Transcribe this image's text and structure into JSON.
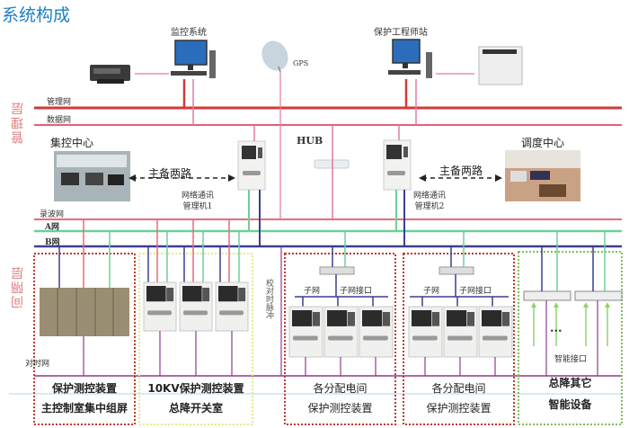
{
  "title": "系统构成",
  "layers": {
    "management": "管理层",
    "bay": "间隔层"
  },
  "top": {
    "monitoring_system": "监控系统",
    "protection_engineer_station": "保护工程师站",
    "gps": "GPS",
    "hub": "HUB"
  },
  "networks": {
    "management_net": "管理网",
    "data_net": "数据网",
    "wave_recording_net": "录波网",
    "a_net": "A网",
    "b_net": "B网",
    "timing_net": "对时网",
    "timing_pulse": "校对时脉冲"
  },
  "centers": {
    "centralized_control": "集控中心",
    "dispatch": "调度中心",
    "dual_route": "主备两路",
    "comm_manager_1": [
      "网络通讯",
      "管理机1"
    ],
    "comm_manager_2": [
      "网络通讯",
      "管理机2"
    ]
  },
  "subnet": {
    "subnet": "子网",
    "subnet_interface": "子网接口",
    "smart_interface": "智能接口",
    "ellipsis": "..."
  },
  "groups": [
    {
      "line1": "保护测控装置",
      "line2": "主控制室集中组屏",
      "border": "#c0392b"
    },
    {
      "line1": "10KV保护测控装置",
      "line2": "总降开关室",
      "border": "#e8e88a"
    },
    {
      "line1": "各分配电间",
      "line2": "保护测控装置",
      "border": "#c0392b"
    },
    {
      "line1": "各分配电间",
      "line2": "保护测控装置",
      "border": "#c0392b"
    },
    {
      "line1": "总降其它",
      "line2": "智能设备",
      "border": "#7fbf5a"
    }
  ],
  "colors": {
    "title": "#1a7fc4",
    "management_net": "#d23a3a",
    "data_net": "#e0607a",
    "wave_net": "#e86b7a",
    "a_net": "#6fcf97",
    "b_net": "#3b3f8f",
    "timing_net": "#8e3c8e",
    "pink_link": "#e27aa5",
    "layer_label": "#e07a7a",
    "baseline": "#a8d8f0"
  }
}
